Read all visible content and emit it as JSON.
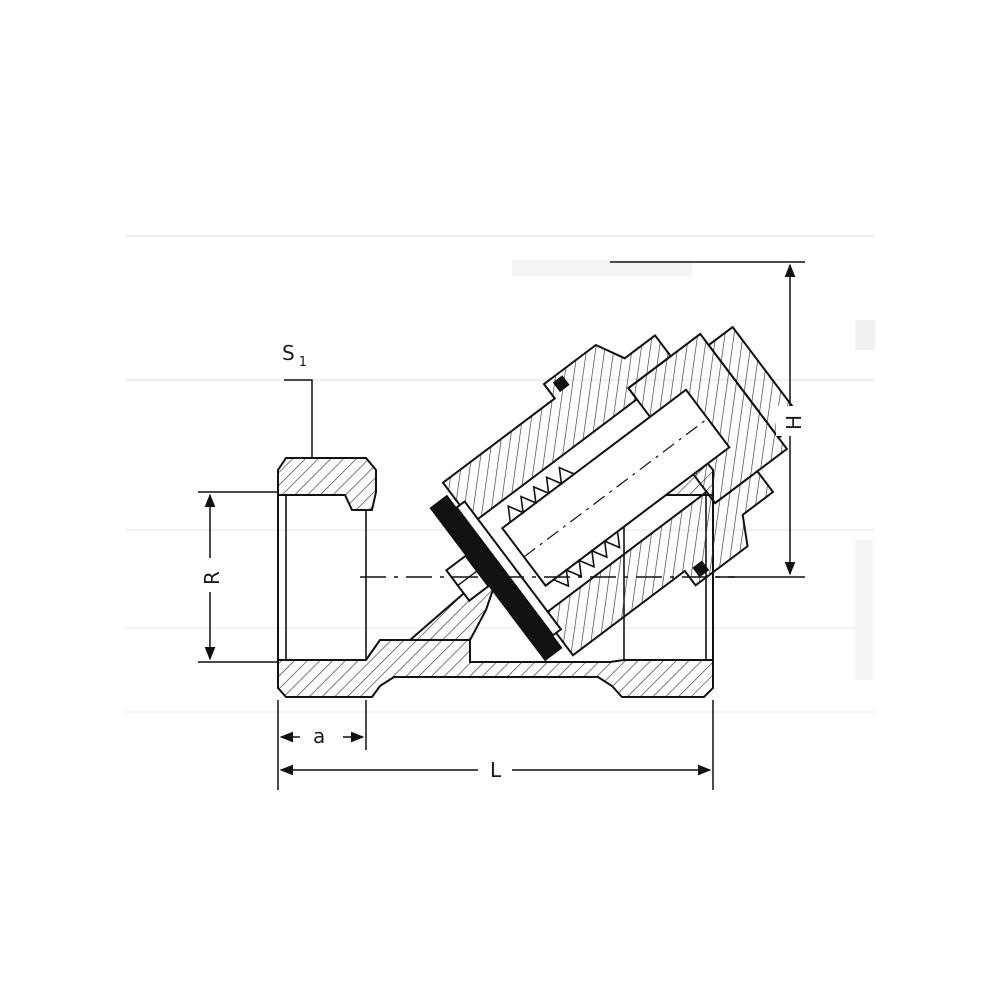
{
  "diagram": {
    "labels": {
      "s1": "S",
      "s1_sub": "1",
      "h": "H",
      "r": "R",
      "a": "a",
      "l": "L"
    }
  }
}
